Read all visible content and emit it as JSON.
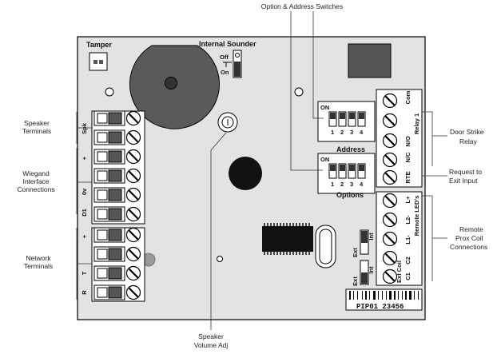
{
  "colors": {
    "board": "#e3e3e3",
    "outline": "#000000",
    "terminal": "#555555",
    "leader": "#333333"
  },
  "labels": {
    "option_address_switches": "Option & Address Switches",
    "tamper": "Tamper",
    "internal_sounder": "Internal Sounder",
    "off": "Off",
    "on": "On",
    "speaker_terminals_1": "Speaker",
    "speaker_terminals_2": "Terminals",
    "wiegand_1": "Wiegand",
    "wiegand_2": "Interface",
    "wiegand_3": "Connections",
    "network_1": "Network",
    "network_2": "Terminals",
    "speaker_vol_1": "Speaker",
    "speaker_vol_2": "Volume Adj",
    "door_strike_1": "Door Strike",
    "door_strike_2": "Relay",
    "rte_1": "Request to",
    "rte_2": "Exit Input",
    "remote_prox_1": "Remote",
    "remote_prox_2": "Prox Coil",
    "remote_prox_3": "Connections",
    "address": "Address",
    "options": "Options",
    "dip_on": "ON",
    "dip_1": "1",
    "dip_2": "2",
    "dip_3": "3",
    "dip_4": "4",
    "spk": "Spk",
    "plus": "+",
    "minus": "0v",
    "d1": "D1",
    "t": "T",
    "r": "R",
    "com": "Com",
    "relay1": "Relay 1",
    "no": "N/O",
    "nc": "N/C",
    "rte": "RTE",
    "lplus": "L+",
    "l2": "L2-",
    "l1": "L1-",
    "remote_leds": "Remote LED's",
    "c2": "C2",
    "c1": "C1",
    "ext_coil": "Ext Coil",
    "ext": "Ext",
    "int": "Int",
    "serial": "PIP01 23456"
  }
}
